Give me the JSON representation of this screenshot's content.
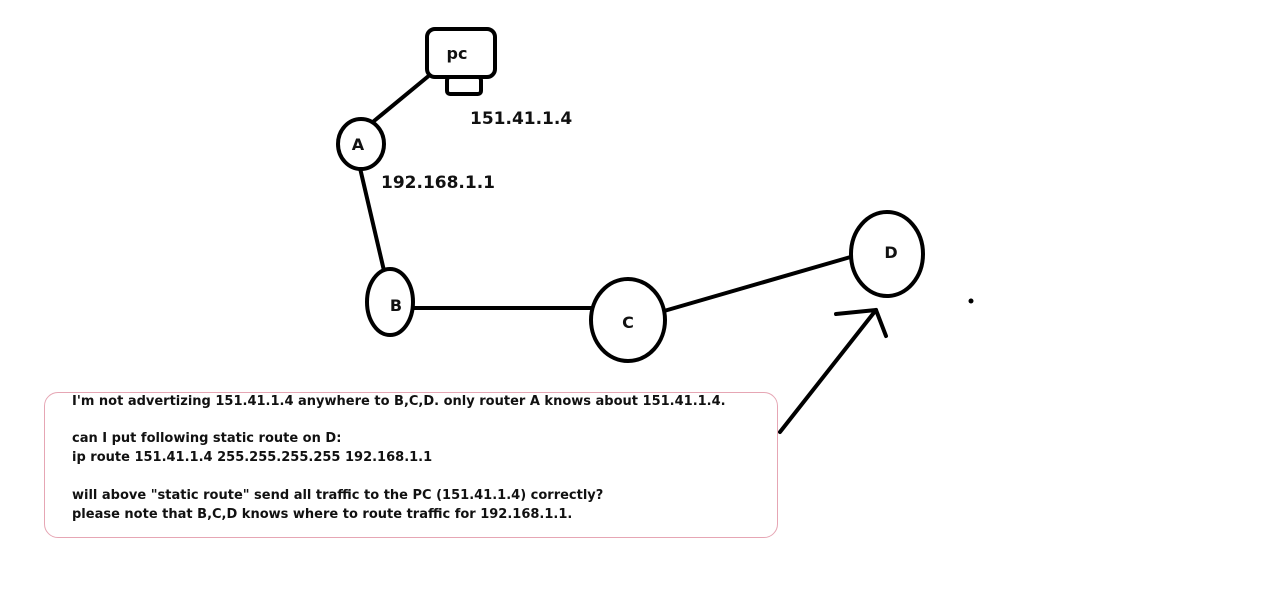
{
  "nodes": {
    "pc": "pc",
    "a": "A",
    "b": "B",
    "c": "C",
    "d": "D"
  },
  "addresses": {
    "pc_ip": "151.41.1.4",
    "a_ip": "192.168.1.1"
  },
  "note": {
    "line1": "I'm not advertizing 151.41.1.4 anywhere to B,C,D. only router A knows about 151.41.1.4.",
    "line2": "can I put following static route on D:",
    "line3": "ip route 151.41.1.4 255.255.255.255 192.168.1.1",
    "line4": "will above \"static route\" send all traffic to the PC (151.41.1.4) correctly?",
    "line5": "please note that B,C,D knows where to route traffic for 192.168.1.1."
  },
  "colors": {
    "stroke": "#000000",
    "note_border": "#e6a6b4"
  }
}
